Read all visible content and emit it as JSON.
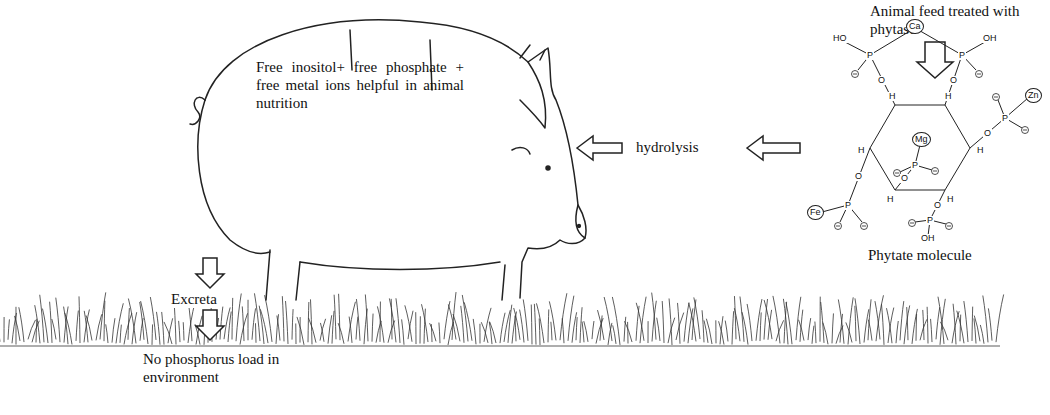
{
  "diagram": {
    "labels": [
      "Animal feed treated with phytase",
      "Free inositol+ free phosphate + free metal ions helpful in animal nutrition",
      "hydrolysis",
      "Phytate molecule",
      "Excreta",
      "No phosphorus load in environment",
      "HO",
      "Ca",
      "OH",
      "P",
      "P",
      "Zn",
      "P",
      "Mg",
      "P",
      "Fe",
      "P",
      "P",
      "OH",
      "H",
      "H",
      "H",
      "H",
      "H",
      "H",
      "O",
      "O",
      "O",
      "O",
      "O",
      "O"
    ]
  }
}
